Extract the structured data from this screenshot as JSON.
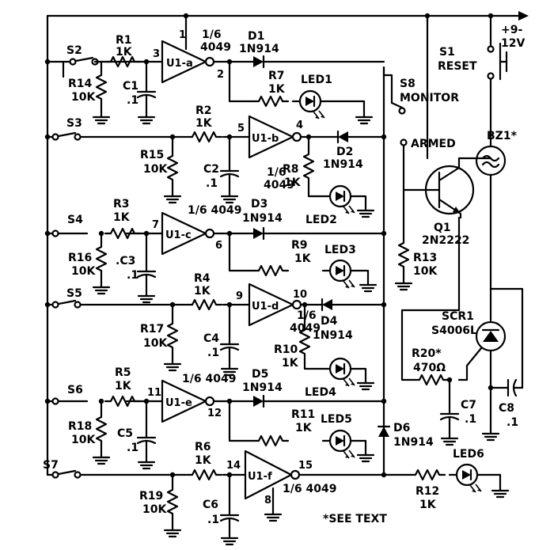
{
  "supply": {
    "volts_line1": "+9-",
    "volts_line2": "12V"
  },
  "switches": {
    "s1": "S1",
    "s1_func": "RESET",
    "s2": "S2",
    "s3": "S3",
    "s4": "S4",
    "s5": "S5",
    "s6": "S6",
    "s7": "S7",
    "s8": "S8",
    "s8_monitor": "MONITOR",
    "s8_armed": "ARMED"
  },
  "gates": {
    "a": "U1-a",
    "b": "U1-b",
    "c": "U1-c",
    "d": "U1-d",
    "e": "U1-e",
    "f": "U1-f",
    "a_part": "1/6",
    "a_part2": "4049",
    "b_part": "1/6",
    "b_part2": "4049",
    "c_part": "1/6 4049",
    "d_part": "1/6",
    "d_part2": "4049",
    "e_part": "1/6 4049",
    "f_part": "1/6 4049"
  },
  "pins": {
    "p1": "1",
    "p2": "2",
    "p3": "3",
    "p4": "4",
    "p5": "5",
    "p6": "6",
    "p7": "7",
    "p8": "8",
    "p9": "9",
    "p10": "10",
    "p11": "11",
    "p12": "12",
    "p14": "14",
    "p15": "15"
  },
  "resistors": {
    "r1": "R1",
    "r1v": "1K",
    "r2": "R2",
    "r2v": "1K",
    "r3": "R3",
    "r3v": "1K",
    "r4": "R4",
    "r4v": "1K",
    "r5": "R5",
    "r5v": "1K",
    "r6": "R6",
    "r6v": "1K",
    "r7": "R7",
    "r7v": "1K",
    "r8": "R8",
    "r8v": "1K",
    "r9": "R9",
    "r9v": "1K",
    "r10": "R10",
    "r10v": "1K",
    "r11": "R11",
    "r11v": "1K",
    "r12": "R12",
    "r12v": "1K",
    "r13": "R13",
    "r13v": "10K",
    "r14": "R14",
    "r14v": "10K",
    "r15": "R15",
    "r15v": "10K",
    "r16": "R16",
    "r16v": "10K",
    "r17": "R17",
    "r17v": "10K",
    "r18": "R18",
    "r18v": "10K",
    "r19": "R19",
    "r19v": "10K",
    "r20": "R20*",
    "r20v": "470Ω"
  },
  "capacitors": {
    "c1": "C1",
    "c1v": ".1",
    "c2": "C2",
    "c2v": ".1",
    "c3": ".C3",
    "c3v": ".1",
    "c4": "C4",
    "c4v": ".1",
    "c5": "C5",
    "c5v": ".1",
    "c6": "C6",
    "c6v": ".1",
    "c7": "C7",
    "c7v": ".1",
    "c8": "C8",
    "c8v": ".1"
  },
  "diodes": {
    "d1": "D1",
    "d1v": "1N914",
    "d2": "D2",
    "d2v": "1N914",
    "d3": "D3",
    "d3v": "1N914",
    "d4": "D4",
    "d4v": "1N914",
    "d5": "D5",
    "d5v": "1N914",
    "d6": "D6",
    "d6v": "1N914"
  },
  "leds": {
    "led1": "LED1",
    "led2": "LED2",
    "led3": "LED3",
    "led4": "LED4",
    "led5": "LED5",
    "led6": "LED6"
  },
  "transistor": {
    "name": "Q1",
    "part": "2N2222"
  },
  "scr": {
    "name": "SCR1",
    "part": "S4006L"
  },
  "buzzer": {
    "name": "BZ1*"
  },
  "note": "*SEE TEXT"
}
